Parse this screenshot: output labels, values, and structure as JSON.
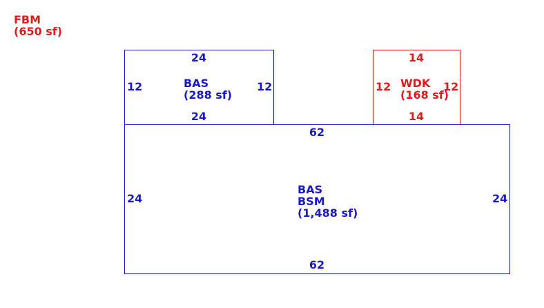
{
  "annotation": {
    "code": "FBM",
    "area": "(650 sf)",
    "color": "#e01b1b"
  },
  "areas": [
    {
      "codes": [
        "BAS"
      ],
      "area": "(288 sf)",
      "color": "#1a1ac8",
      "dims": {
        "top": "24",
        "bottom": "24",
        "left": "12",
        "right": "12"
      }
    },
    {
      "codes": [
        "WDK"
      ],
      "area": "(168 sf)",
      "color": "#e01b1b",
      "dims": {
        "top": "14",
        "bottom": "14",
        "left": "12",
        "right": "12"
      }
    },
    {
      "codes": [
        "BAS",
        "BSM"
      ],
      "area": "(1,488 sf)",
      "color": "#1a1ac8",
      "dims": {
        "top": "62",
        "bottom": "62",
        "left": "24",
        "right": "24"
      }
    }
  ]
}
